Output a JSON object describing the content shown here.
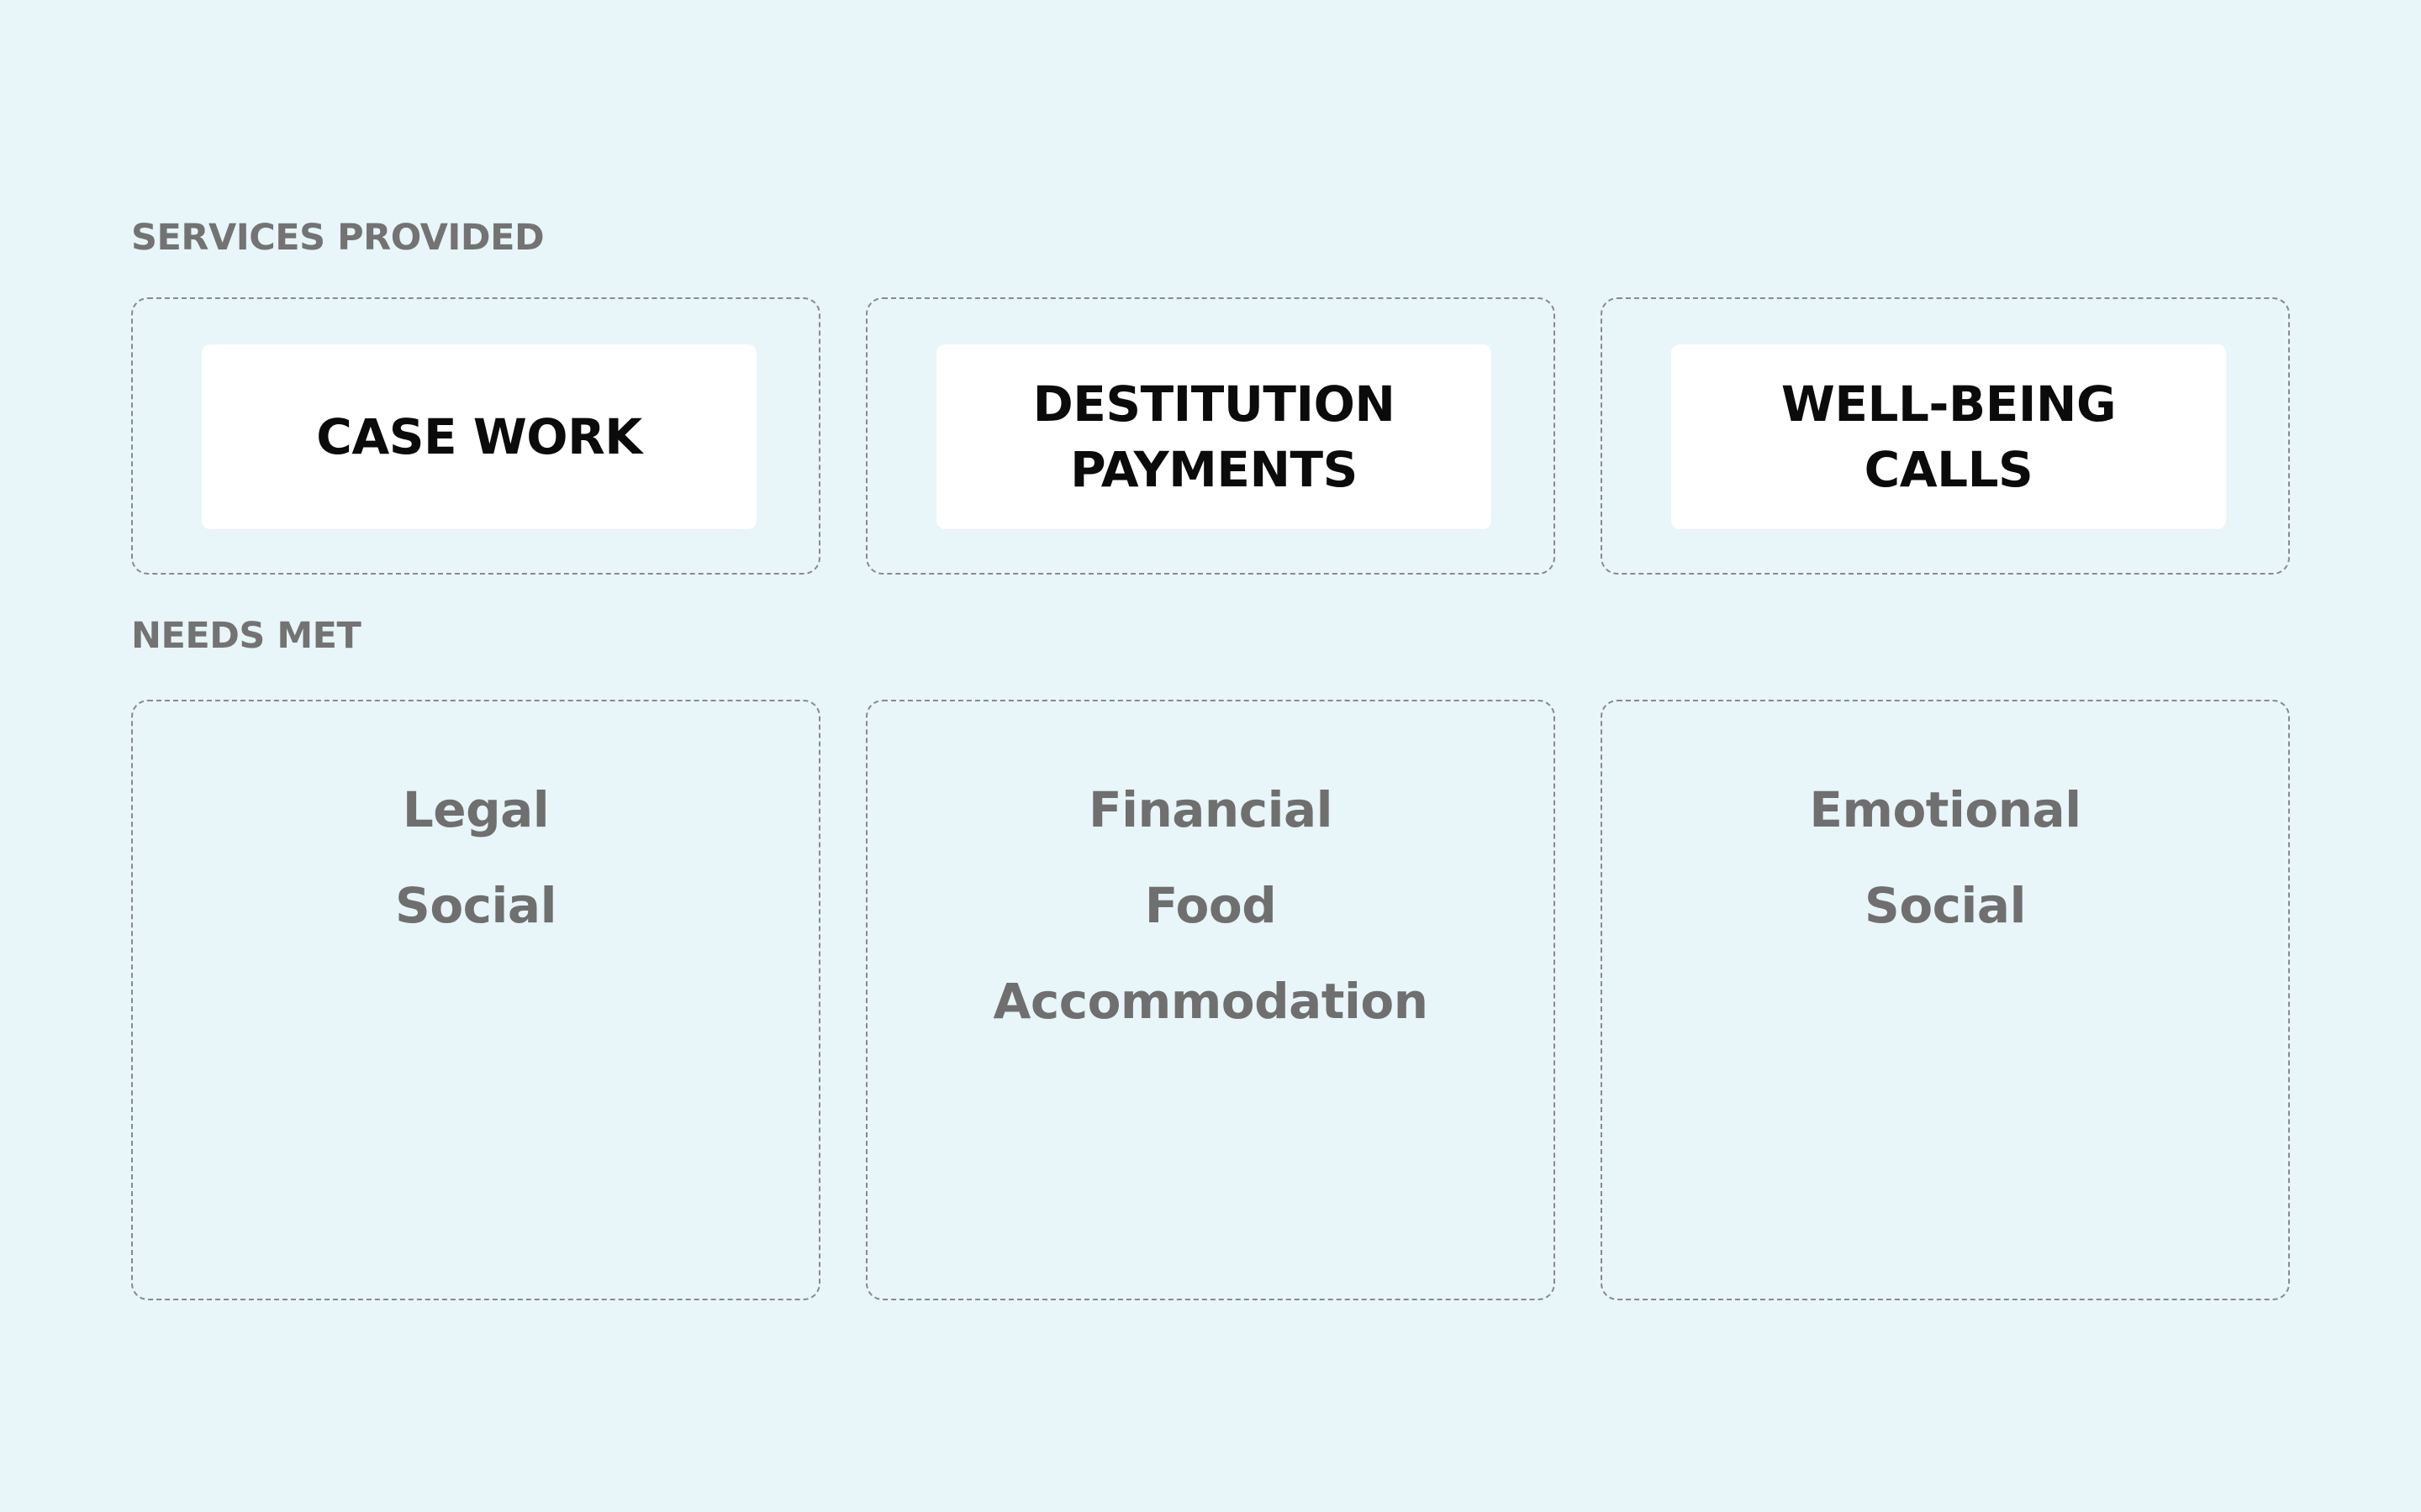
{
  "services_label": "SERVICES PROVIDED",
  "needs_label": "NEEDS MET",
  "services": [
    "CASE WORK",
    "DESTITUTION\nPAYMENTS",
    "WELL-BEING\nCALLS"
  ],
  "needs": [
    [
      "Legal",
      "Social"
    ],
    [
      "Financial",
      "Food",
      "Accommodation"
    ],
    [
      "Emotional",
      "Social"
    ]
  ],
  "colors": {
    "background": "#e8f5f9",
    "card": "#ffffff",
    "label": "#737373",
    "service_text": "#0b0b0b",
    "need_text": "#6f6f6f",
    "dashed_border": "#8a8a8a"
  }
}
